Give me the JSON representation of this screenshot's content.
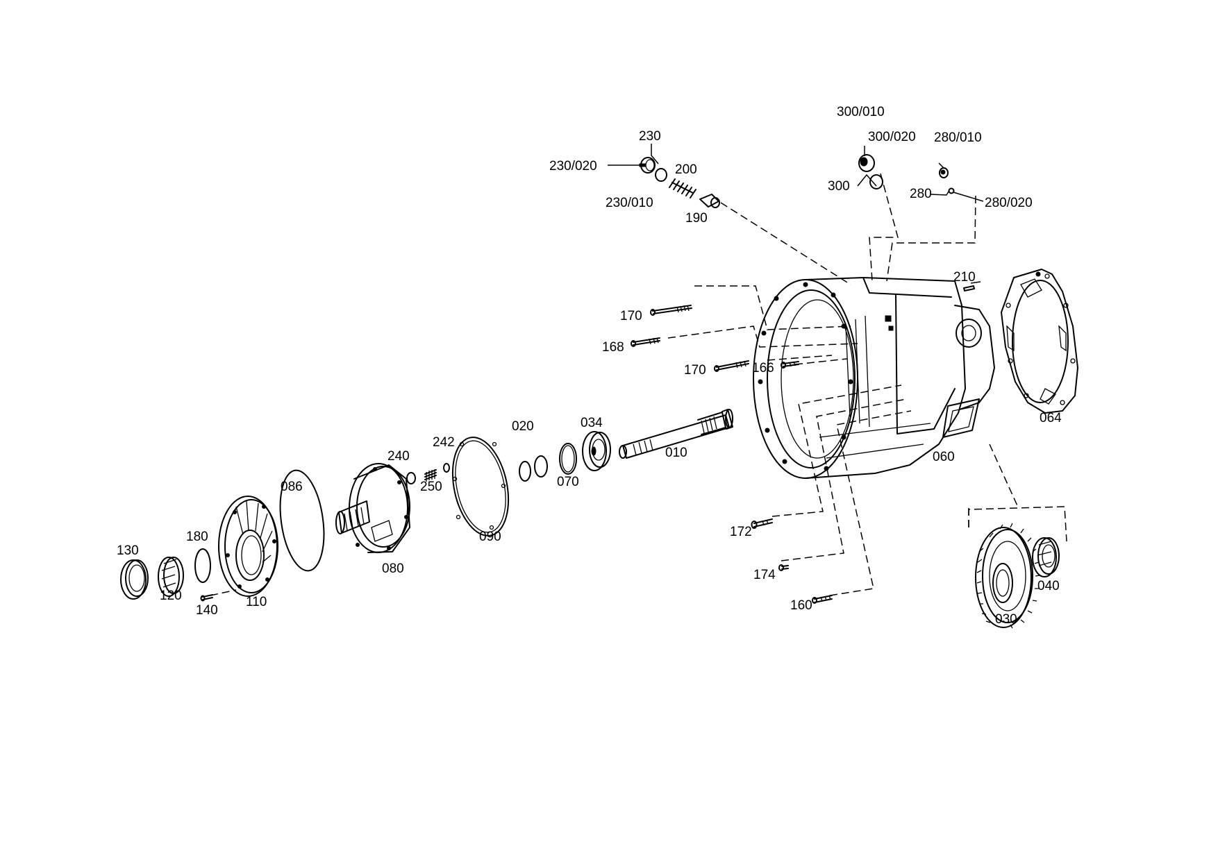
{
  "labels": {
    "p300_010": "300/010",
    "p300_020": "300/020",
    "p300": "300",
    "p280_010": "280/010",
    "p280": "280",
    "p280_020": "280/020",
    "p230": "230",
    "p230_020": "230/020",
    "p230_010": "230/010",
    "p200": "200",
    "p190": "190",
    "p210": "210",
    "p170a": "170",
    "p168": "168",
    "p170b": "170",
    "p166": "166",
    "p064": "064",
    "p060": "060",
    "p010": "010",
    "p034": "034",
    "p020": "020",
    "p070": "070",
    "p242": "242",
    "p240": "240",
    "p250": "250",
    "p090": "090",
    "p086": "086",
    "p080": "080",
    "p130": "130",
    "p120": "120",
    "p180": "180",
    "p140": "140",
    "p110": "110",
    "p172": "172",
    "p174": "174",
    "p160": "160",
    "p030": "030",
    "p040": "040"
  }
}
